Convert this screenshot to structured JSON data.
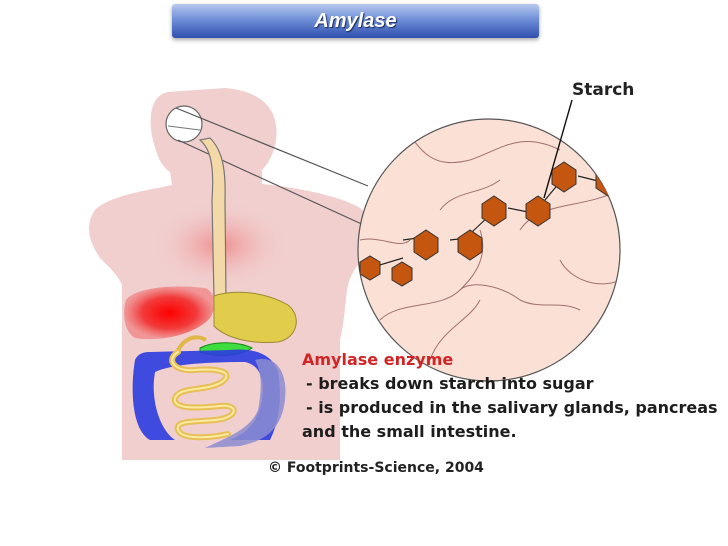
{
  "title": "Amylase",
  "labels": {
    "starch": "Starch",
    "enzyme_title": "Amylase enzyme",
    "line1": "- breaks down starch into sugar",
    "line2": "- is produced in the salivary glands, pancreas",
    "line3": "and the small intestine.",
    "copyright": "© Footprints-Science, 2004"
  },
  "colors": {
    "body_silhouette": "#f1cfcf",
    "magnified_circle": "#fbe0d6",
    "starch_hexagon": "#c4560f",
    "title_bar": "#2f4fae",
    "enzyme_title": "#d22424"
  }
}
